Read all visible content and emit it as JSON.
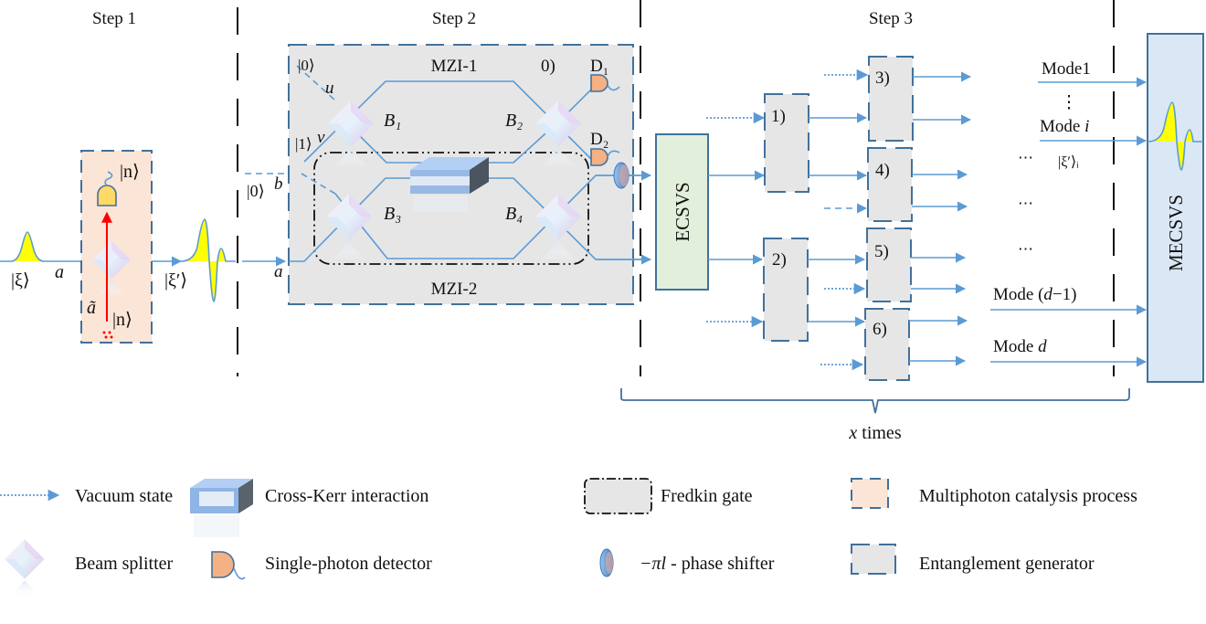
{
  "steps": {
    "step1": "Step 1",
    "step2": "Step 2",
    "step3": "Step 3"
  },
  "step1": {
    "input_state": "|ξ⟩",
    "mode_a": "a",
    "catalysis_detector_state": "|n⟩",
    "ancilla_mode": "ã",
    "ancilla_state": "|n⟩",
    "output_state": "|ξ′⟩"
  },
  "step2": {
    "vac_u_state": "|0⟩",
    "mode_u": "u",
    "one_photon_state": "|1⟩",
    "mode_v": "v",
    "vac_b_state": "|0⟩",
    "mode_b": "b",
    "mode_a": "a",
    "mzi1_label": "MZI-1",
    "mzi2_label": "MZI-2",
    "eg_index": "0)",
    "detector1": "D₁",
    "detector2": "D₂",
    "bs1": "B₁",
    "bs2": "B₂",
    "bs3": "B₃",
    "bs4": "B₄"
  },
  "step3": {
    "ecsvs_label": "ECSVS",
    "mecsvs_label": "MECSVS",
    "eg_boxes": [
      "1)",
      "2)",
      "3)",
      "4)",
      "5)",
      "6)"
    ],
    "modes": {
      "mode1": "Mode1",
      "vdots": "⋮",
      "mode_i": "Mode ",
      "mode_i_var": "i",
      "state_i": "|ξ′⟩ᵢ",
      "ellipsis": "⋯",
      "mode_d1_prefix": "Mode (",
      "mode_d1_var": "d",
      "mode_d1_suffix": "−1)",
      "mode_d_prefix": "Mode ",
      "mode_d_var": "d"
    },
    "repeat_var": "x",
    "repeat_label": " times"
  },
  "legend": {
    "vacuum_state": "Vacuum state",
    "cross_kerr": "Cross-Kerr interaction",
    "fredkin_gate": "Fredkin gate",
    "multiphoton_catalysis": "Multiphoton catalysis process",
    "beam_splitter": "Beam splitter",
    "single_photon_detector": "Single-photon detector",
    "phase_shifter_symbol": "−πl",
    "phase_shifter": " - phase shifter",
    "entanglement_generator": "Entanglement generator"
  },
  "colors": {
    "beam": "#5b9bd5",
    "box_border": "#41719c",
    "catalysis_fill": "#fbe5d6",
    "eg_fill": "#e6e6e6",
    "ecsvs_fill": "#e2efda",
    "mecsvs_fill": "#dae8f5",
    "detector_fill": "#f4b183",
    "wave_fill": "#ffff00",
    "photon_red": "#ff0000"
  }
}
